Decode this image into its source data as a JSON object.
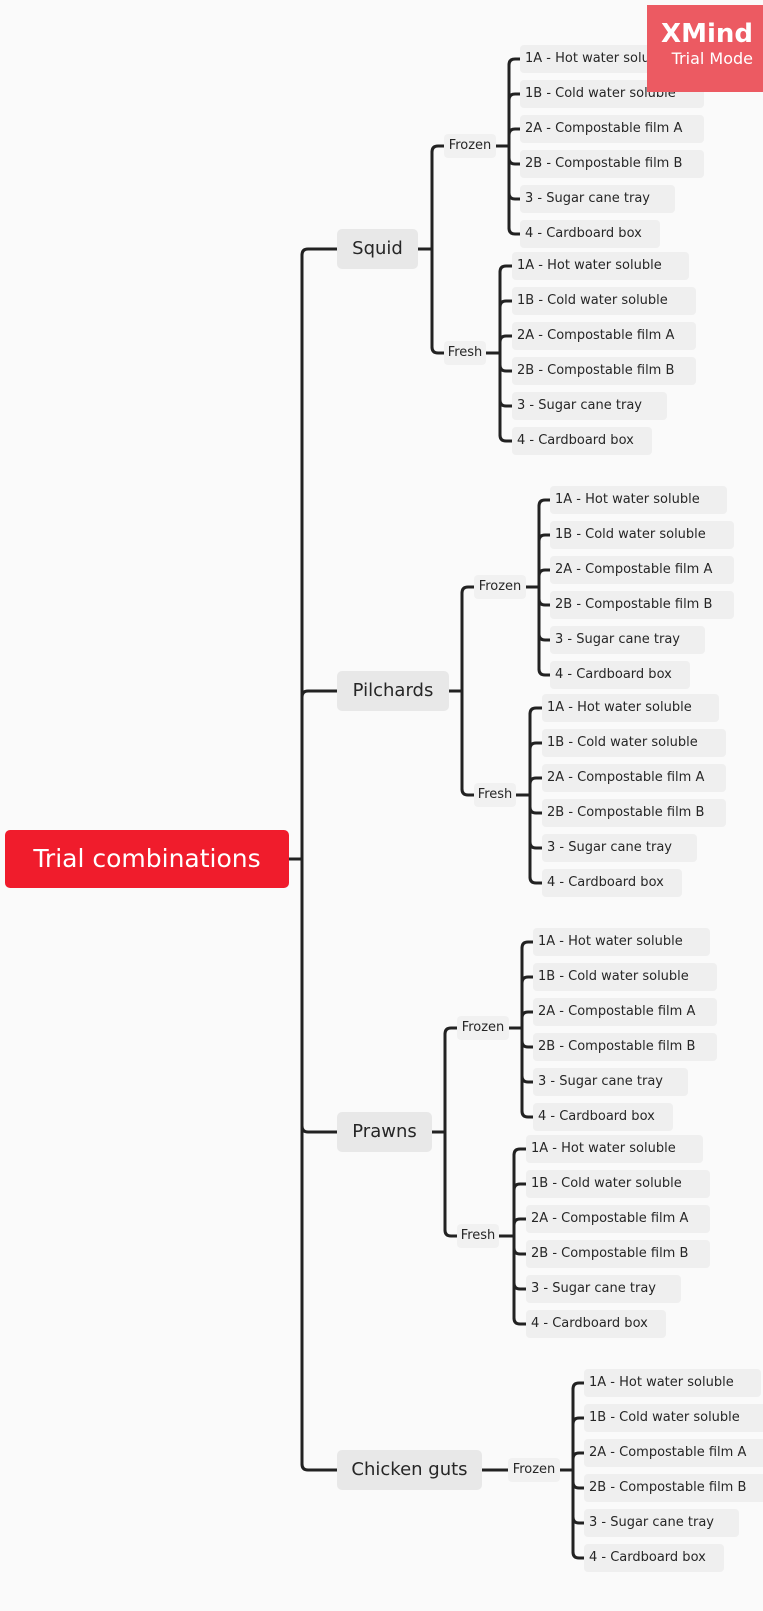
{
  "watermark": {
    "title": "XMind",
    "subtitle": "Trial Mode"
  },
  "colors": {
    "root": "#f01c2c",
    "line": "#222222",
    "watermark": "#ec5a62"
  },
  "root": {
    "label": "Trial combinations"
  },
  "branches": [
    {
      "label": "Squid",
      "children": [
        {
          "label": "Frozen",
          "items": [
            "1A - Hot water soluble",
            "1B - Cold water soluble",
            "2A - Compostable film A",
            "2B - Compostable film B",
            "3 - Sugar cane tray",
            "4 - Cardboard box"
          ]
        },
        {
          "label": "Fresh",
          "items": [
            "1A - Hot water soluble",
            "1B - Cold water soluble",
            "2A - Compostable film A",
            "2B - Compostable film B",
            "3 - Sugar cane tray",
            "4 - Cardboard box"
          ]
        }
      ]
    },
    {
      "label": "Pilchards",
      "children": [
        {
          "label": "Frozen",
          "items": [
            "1A - Hot water soluble",
            "1B - Cold water soluble",
            "2A - Compostable film A",
            "2B - Compostable film B",
            "3 - Sugar cane tray",
            "4 - Cardboard box"
          ]
        },
        {
          "label": "Fresh",
          "items": [
            "1A - Hot water soluble",
            "1B - Cold water soluble",
            "2A - Compostable film A",
            "2B - Compostable film B",
            "3 - Sugar cane tray",
            "4 - Cardboard box"
          ]
        }
      ]
    },
    {
      "label": "Prawns",
      "children": [
        {
          "label": "Frozen",
          "items": [
            "1A - Hot water soluble",
            "1B - Cold water soluble",
            "2A - Compostable film A",
            "2B - Compostable film B",
            "3 - Sugar cane tray",
            "4 - Cardboard box"
          ]
        },
        {
          "label": "Fresh",
          "items": [
            "1A - Hot water soluble",
            "1B - Cold water soluble",
            "2A - Compostable film A",
            "2B - Compostable film B",
            "3 - Sugar cane tray",
            "4 - Cardboard box"
          ]
        }
      ]
    },
    {
      "label": "Chicken guts",
      "children": [
        {
          "label": "Frozen",
          "items": [
            "1A - Hot water soluble",
            "1B - Cold water soluble",
            "2A - Compostable film A",
            "2B - Compostable film B",
            "3 - Sugar cane tray",
            "4 - Cardboard box"
          ]
        }
      ]
    }
  ]
}
